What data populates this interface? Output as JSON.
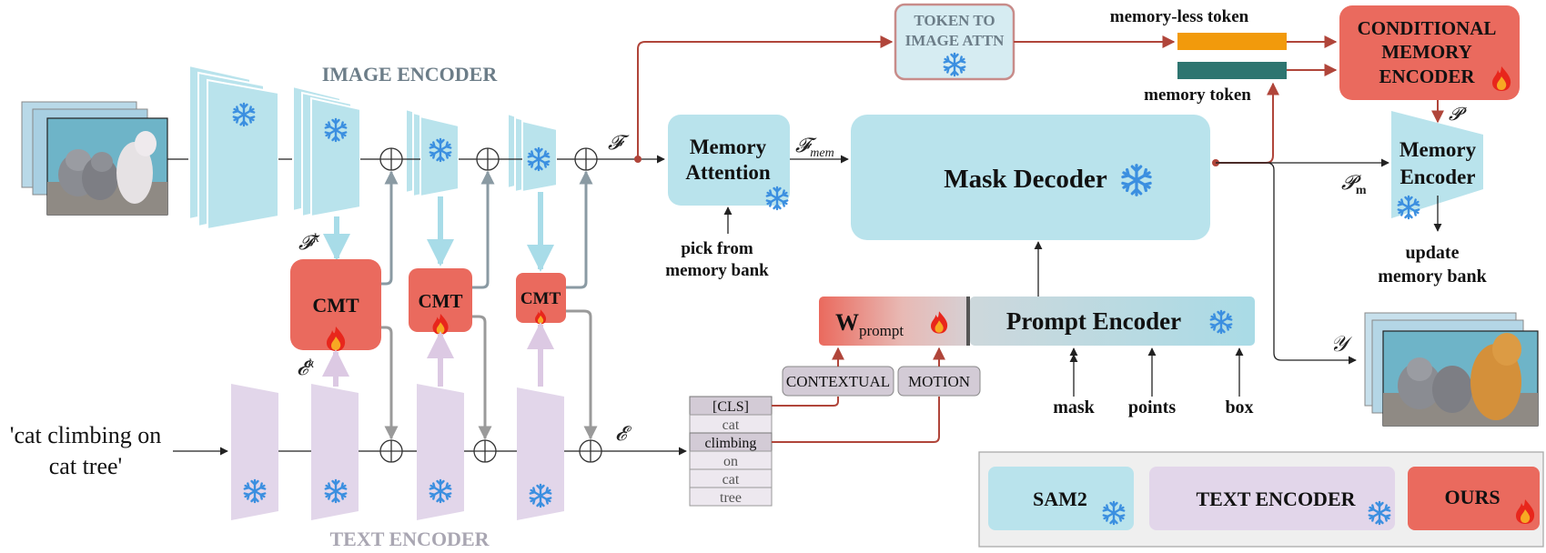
{
  "labels": {
    "image_encoder": "IMAGE ENCODER",
    "text_encoder": "TEXT ENCODER",
    "cmt": "CMT",
    "feat_k": "𝓕",
    "feat_k_sup": "k",
    "text_k": "𝓔",
    "text_k_sup": "k",
    "feat_F": "𝓕",
    "text_E": "𝓔",
    "memory_attention_1": "Memory",
    "memory_attention_2": "Attention",
    "f_mem": "𝓕",
    "f_mem_sub": "mem",
    "pick_1": "pick from",
    "pick_2": "memory bank",
    "token_attn_1": "TOKEN TO",
    "token_attn_2": "IMAGE ATTN",
    "memoryless_token": "memory-less token",
    "memory_token": "memory token",
    "cond_mem_1": "CONDITIONAL",
    "cond_mem_2": "MEMORY",
    "cond_mem_3": "ENCODER",
    "p_sym": "𝓟",
    "pm_sym": "𝓟",
    "pm_sub": "m",
    "mask_decoder": "Mask Decoder",
    "memory_encoder_1": "Memory",
    "memory_encoder_2": "Encoder",
    "update_1": "update",
    "update_2": "memory bank",
    "w_prompt_main": "W",
    "w_prompt_sub": "prompt",
    "prompt_encoder": "Prompt Encoder",
    "mask": "mask",
    "points": "points",
    "box": "box",
    "contextual": "CONTEXTUAL",
    "motion": "MOTION",
    "y_sym": "𝒴",
    "text_input_1": "'cat climbing on",
    "text_input_2": "cat tree'",
    "tokens": [
      "[CLS]",
      "cat",
      "climbing",
      "on",
      "cat",
      "tree"
    ]
  },
  "legend": {
    "sam2": "SAM2",
    "text_encoder": "TEXT ENCODER",
    "ours": "OURS"
  },
  "colors": {
    "sam2_blue": "#b9e3ec",
    "text_purple": "#e2d6ea",
    "ours_red": "#ea6a5e",
    "arrow_red": "#b0453a",
    "arrow_gray": "#8a9aa3",
    "snow": "#3b8fe0",
    "orange_token": "#f29a0c",
    "teal_token": "#2e7570",
    "title_gray": "#6c7d88"
  }
}
